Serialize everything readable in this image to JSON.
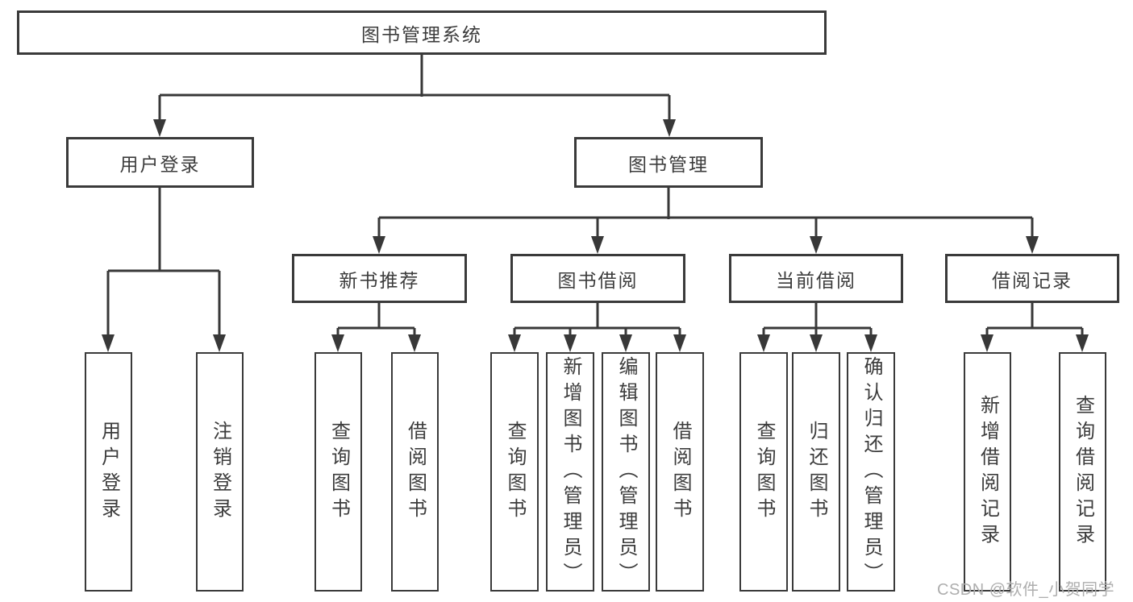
{
  "colors": {
    "line": "#383838",
    "box_border": "#3a3a3a",
    "text": "#3c3c3c",
    "watermark": "#aeaeae",
    "background": "#ffffff"
  },
  "diagram": {
    "root": {
      "label": "图书管理系统"
    },
    "level2": [
      {
        "label": "用户登录"
      },
      {
        "label": "图书管理"
      }
    ],
    "level3": [
      {
        "label": "新书推荐",
        "parent": "图书管理"
      },
      {
        "label": "图书借阅",
        "parent": "图书管理"
      },
      {
        "label": "当前借阅",
        "parent": "图书管理"
      },
      {
        "label": "借阅记录",
        "parent": "图书管理"
      }
    ],
    "leaves": [
      {
        "label": "用户登录",
        "parent": "用户登录"
      },
      {
        "label": "注销登录",
        "parent": "用户登录"
      },
      {
        "label": "查询图书",
        "parent": "新书推荐"
      },
      {
        "label": "借阅图书",
        "parent": "新书推荐"
      },
      {
        "label": "查询图书",
        "parent": "图书借阅"
      },
      {
        "label": "新增图书（管理员）",
        "parent": "图书借阅"
      },
      {
        "label": "编辑图书（管理员）",
        "parent": "图书借阅"
      },
      {
        "label": "借阅图书",
        "parent": "图书借阅"
      },
      {
        "label": "查询图书",
        "parent": "当前借阅"
      },
      {
        "label": "归还图书",
        "parent": "当前借阅"
      },
      {
        "label": "确认归还（管理员）",
        "parent": "当前借阅"
      },
      {
        "label": "新增借阅记录",
        "parent": "借阅记录"
      },
      {
        "label": "查询借阅记录",
        "parent": "借阅记录"
      }
    ]
  },
  "watermark": {
    "text": "CSDN @软件_小贺同学"
  }
}
